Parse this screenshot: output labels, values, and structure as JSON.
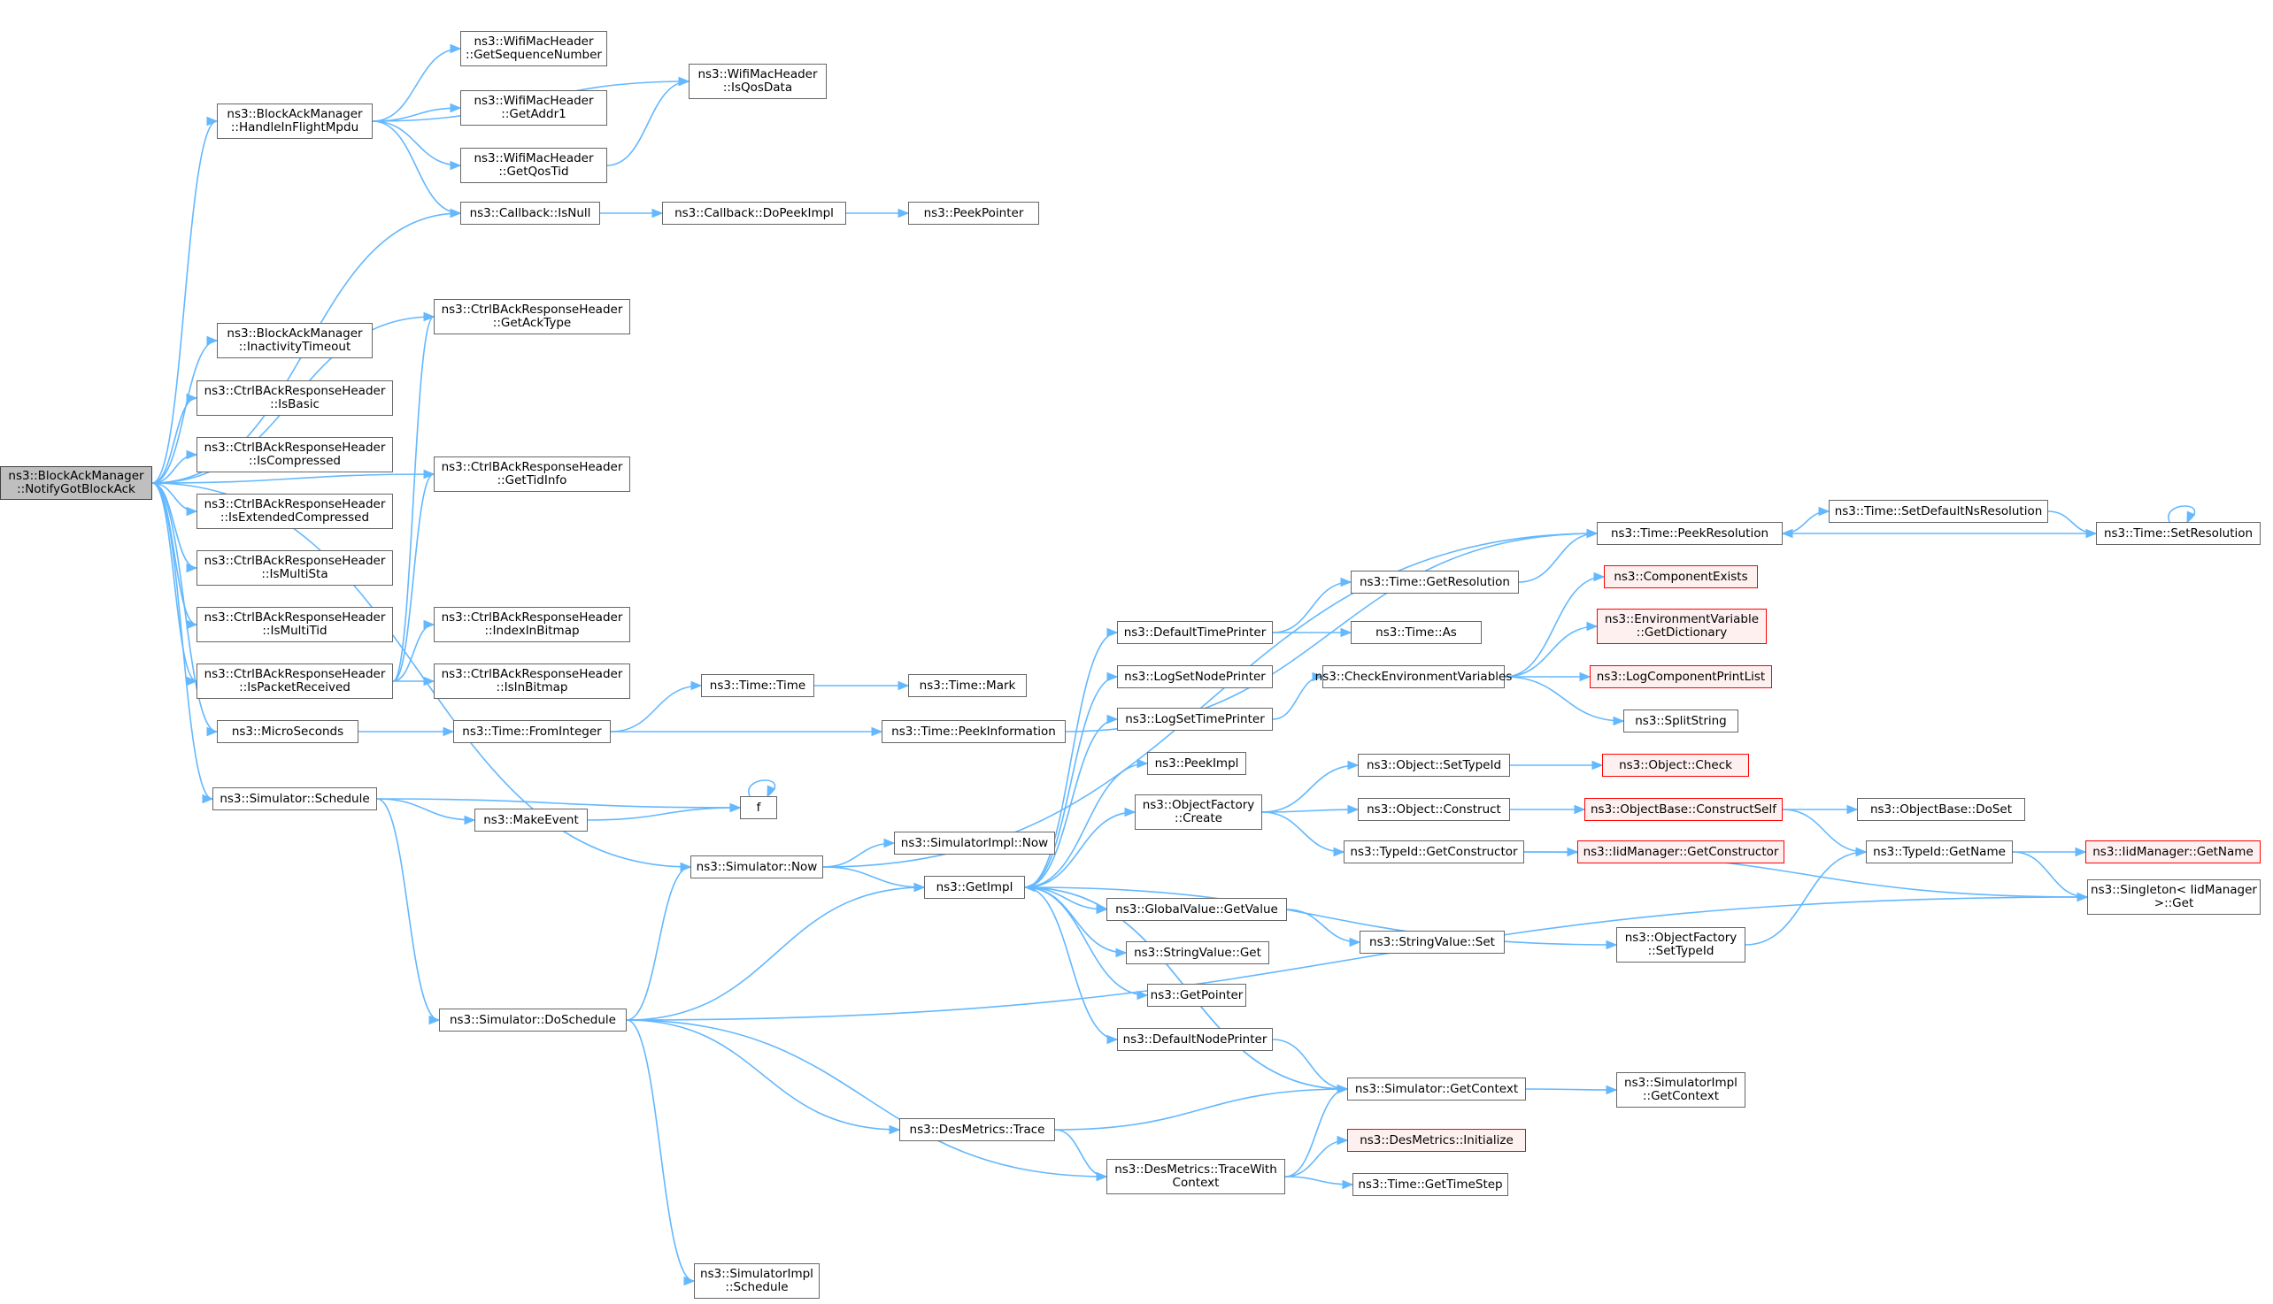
{
  "graph": {
    "nodes": {
      "root": [
        "ns3::BlockAckManager",
        "::NotifyGotBlockAck"
      ],
      "handleInFlight": [
        "ns3::BlockAckManager",
        "::HandleInFlightMpdu"
      ],
      "getSeqNum": [
        "ns3::WifiMacHeader",
        "::GetSequenceNumber"
      ],
      "getAddr1": [
        "ns3::WifiMacHeader",
        "::GetAddr1"
      ],
      "getQosTid": [
        "ns3::WifiMacHeader",
        "::GetQosTid"
      ],
      "isQosData": [
        "ns3::WifiMacHeader",
        "::IsQosData"
      ],
      "cbIsNull": [
        "ns3::Callback::IsNull"
      ],
      "cbDoPeekImpl": [
        "ns3::Callback::DoPeekImpl"
      ],
      "peekPointer": [
        "ns3::PeekPointer"
      ],
      "getAckType": [
        "ns3::CtrlBAckResponseHeader",
        "::GetAckType"
      ],
      "inactivityTimeout": [
        "ns3::BlockAckManager",
        "::InactivityTimeout"
      ],
      "isBasic": [
        "ns3::CtrlBAckResponseHeader",
        "::IsBasic"
      ],
      "isCompressed": [
        "ns3::CtrlBAckResponseHeader",
        "::IsCompressed"
      ],
      "getTidInfo": [
        "ns3::CtrlBAckResponseHeader",
        "::GetTidInfo"
      ],
      "isExtCompressed": [
        "ns3::CtrlBAckResponseHeader",
        "::IsExtendedCompressed"
      ],
      "isMultiSta": [
        "ns3::CtrlBAckResponseHeader",
        "::IsMultiSta"
      ],
      "isMultiTid": [
        "ns3::CtrlBAckResponseHeader",
        "::IsMultiTid"
      ],
      "isPacketReceived": [
        "ns3::CtrlBAckResponseHeader",
        "::IsPacketReceived"
      ],
      "indexInBitmap": [
        "ns3::CtrlBAckResponseHeader",
        "::IndexInBitmap"
      ],
      "isInBitmap": [
        "ns3::CtrlBAckResponseHeader",
        "::IsInBitmap"
      ],
      "microSeconds": [
        "ns3::MicroSeconds"
      ],
      "fromInteger": [
        "ns3::Time::FromInteger"
      ],
      "timeTime": [
        "ns3::Time::Time"
      ],
      "timeMark": [
        "ns3::Time::Mark"
      ],
      "peekInformation": [
        "ns3::Time::PeekInformation"
      ],
      "simSchedule": [
        "ns3::Simulator::Schedule"
      ],
      "f": [
        "f"
      ],
      "makeEvent": [
        "ns3::MakeEvent"
      ],
      "simNow": [
        "ns3::Simulator::Now"
      ],
      "simImplNow": [
        "ns3::SimulatorImpl::Now"
      ],
      "getImpl": [
        "ns3::GetImpl"
      ],
      "doSchedule": [
        "ns3::Simulator::DoSchedule"
      ],
      "desTrace": [
        "ns3::DesMetrics::Trace"
      ],
      "desTraceWith": [
        "ns3::DesMetrics::TraceWith",
        "Context"
      ],
      "simImplSchedule": [
        "ns3::SimulatorImpl",
        "::Schedule"
      ],
      "peekResolution": [
        "ns3::Time::PeekResolution"
      ],
      "setDefaultNsRes": [
        "ns3::Time::SetDefaultNsResolution"
      ],
      "setResolution": [
        "ns3::Time::SetResolution"
      ],
      "getResolution": [
        "ns3::Time::GetResolution"
      ],
      "defaultTimePrinter": [
        "ns3::DefaultTimePrinter"
      ],
      "timeAs": [
        "ns3::Time::As"
      ],
      "logSetNodePrinter": [
        "ns3::LogSetNodePrinter"
      ],
      "logSetTimePrinter": [
        "ns3::LogSetTimePrinter"
      ],
      "peekImpl": [
        "ns3::PeekImpl"
      ],
      "objFactoryCreate": [
        "ns3::ObjectFactory",
        "::Create"
      ],
      "globalGetValue": [
        "ns3::GlobalValue::GetValue"
      ],
      "stringGet": [
        "ns3::StringValue::Get"
      ],
      "getPointer": [
        "ns3::GetPointer"
      ],
      "defaultNodePrinter": [
        "ns3::DefaultNodePrinter"
      ],
      "checkEnvVars": [
        "ns3::CheckEnvironmentVariables"
      ],
      "componentExists": [
        "ns3::ComponentExists"
      ],
      "envGetDict": [
        "ns3::EnvironmentVariable",
        "::GetDictionary"
      ],
      "logCompPrintList": [
        "ns3::LogComponentPrintList"
      ],
      "splitString": [
        "ns3::SplitString"
      ],
      "objSetTypeId": [
        "ns3::Object::SetTypeId"
      ],
      "objCheck": [
        "ns3::Object::Check"
      ],
      "objConstruct": [
        "ns3::Object::Construct"
      ],
      "objBaseConstructSelf": [
        "ns3::ObjectBase::ConstructSelf"
      ],
      "objBaseDoSet": [
        "ns3::ObjectBase::DoSet"
      ],
      "typeIdGetConstructor": [
        "ns3::TypeId::GetConstructor"
      ],
      "iidGetConstructor": [
        "ns3::IidManager::GetConstructor"
      ],
      "typeIdGetName": [
        "ns3::TypeId::GetName"
      ],
      "iidGetName": [
        "ns3::IidManager::GetName"
      ],
      "singletonGet": [
        "ns3::Singleton< IidManager",
        " >::Get"
      ],
      "objFactorySetTypeId": [
        "ns3::ObjectFactory",
        "::SetTypeId"
      ],
      "stringSet": [
        "ns3::StringValue::Set"
      ],
      "simGetContext": [
        "ns3::Simulator::GetContext"
      ],
      "simImplGetContext": [
        "ns3::SimulatorImpl",
        "::GetContext"
      ],
      "desInitialize": [
        "ns3::DesMetrics::Initialize"
      ],
      "getTimeStep": [
        "ns3::Time::GetTimeStep"
      ]
    },
    "colors": {
      "edge": "#63b8ff",
      "node_border": "#666666",
      "root_fill": "#bfbfbf",
      "truncated_border": "#ff0000",
      "truncated_fill": "#fff0f0"
    }
  }
}
